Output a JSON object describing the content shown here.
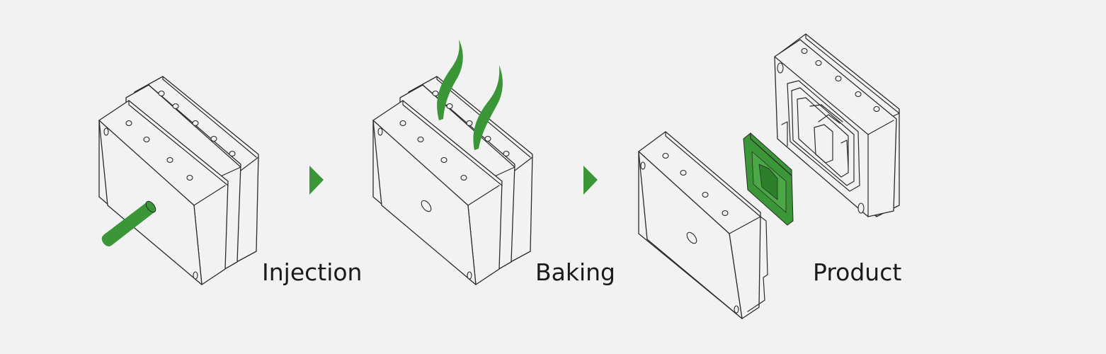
{
  "steps": [
    {
      "label": "Injection",
      "icon": "mold-injection-icon"
    },
    {
      "label": "Baking",
      "icon": "mold-baking-icon"
    },
    {
      "label": "Product",
      "icon": "mold-open-product-icon"
    }
  ],
  "arrows": [
    "arrow-right-icon",
    "arrow-right-icon"
  ],
  "colors": {
    "background": "#f2f2f2",
    "accent_green": "#3a9637",
    "line": "#2b2b2b"
  }
}
